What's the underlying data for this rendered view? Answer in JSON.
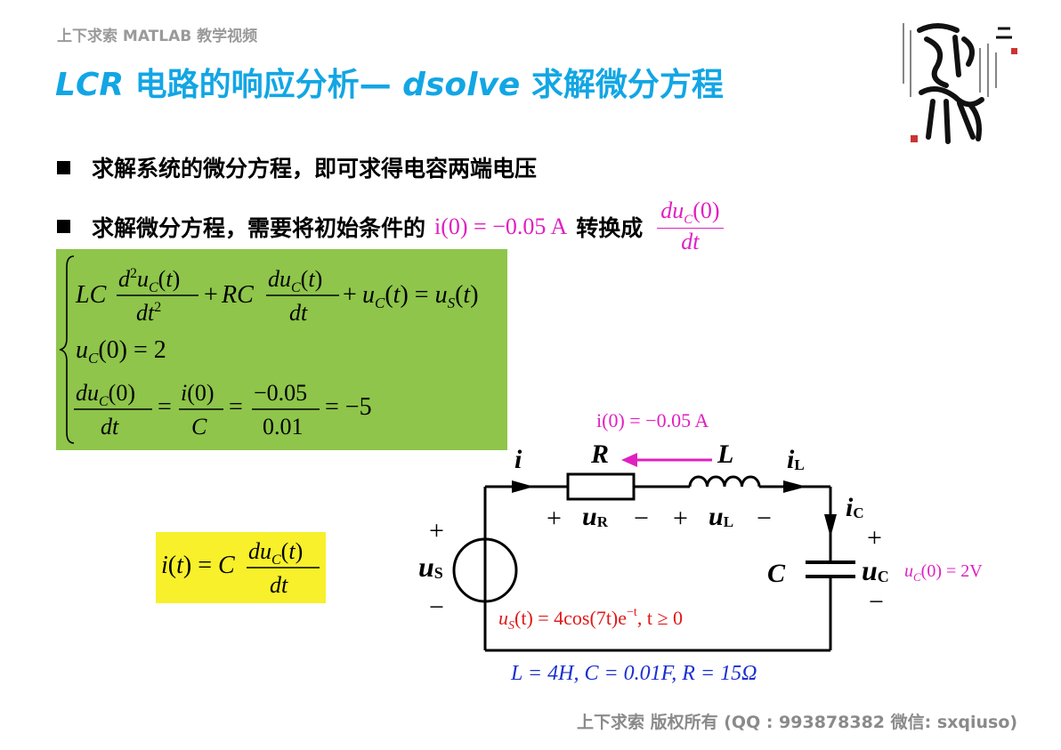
{
  "header": {
    "brand": "上下求索 MATLAB 教学视频",
    "title_lcr": "LCR",
    "title_part1": " 电路的响应分析— ",
    "title_dsolve": "dsolve",
    "title_part2": " 求解微分方程"
  },
  "bullets": [
    {
      "text": "求解系统的微分方程，即可求得电容两端电压"
    },
    {
      "text_before": "求解微分方程，需要将初始条件的",
      "text_mid": "转换成"
    }
  ],
  "equations": {
    "initial_current": "i(0) = −0.05 A",
    "ic_line": "u_C(0) = 2",
    "result": "= −5",
    "eq_neg005": "−0.05",
    "eq_001": "0.01",
    "current_formula": "i(t) = C duC(t)/dt"
  },
  "circuit": {
    "i_label": "i",
    "R": "R",
    "L": "L",
    "iL_main": "i",
    "iL_sub": "L",
    "iC_main": "i",
    "iC_sub": "C",
    "C": "C",
    "plus": "+",
    "minus": "−",
    "uS_main": "u",
    "uS_sub": "S",
    "uR_main": "u",
    "uR_sub": "R",
    "uL_main": "u",
    "uL_sub": "L",
    "uC_main": "u",
    "uC_sub": "C",
    "i0_label": "i(0) = −0.05 A",
    "uc0_label": "u",
    "uc0_rest": "(0) = 2V",
    "source_eq": "u",
    "source_rest": "(t) = 4cos(7t)e",
    "source_exp": "−t",
    "source_cond": ",  t ≥ 0",
    "params": "L = 4H,  C = 0.01F,  R = 15Ω"
  },
  "colors": {
    "title": "#12a6e4",
    "magenta": "#e020c0",
    "red": "#e01818",
    "blue": "#1a2fd0",
    "green_box": "#8ec54a",
    "yellow_box": "#f7f02a"
  },
  "footer": "上下求索  版权所有  (QQ : 993878382   微信: sxqiuso)"
}
